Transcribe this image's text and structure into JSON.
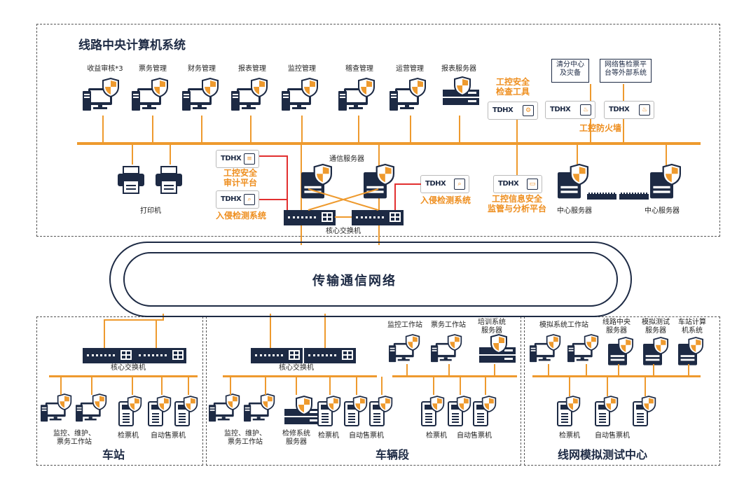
{
  "line_center": {
    "title": "线路中央计算机系统",
    "workstations": [
      "收益审核*3",
      "票务管理",
      "财务管理",
      "报表管理",
      "监控管理",
      "稽查管理",
      "运营管理",
      "报表服务器"
    ],
    "report_server": "报表服务器",
    "ics_check_tool": "工控安全\n检查工具",
    "clearing_center": "清分中心\n及灾备",
    "external": "网络售检票平\n台等外部系统",
    "firewall": "工控防火墙",
    "printer": "打印机",
    "audit": "工控安全\n审计平台",
    "ids_left": "入侵检测系统",
    "comm_server": "通信服务器",
    "ids_right": "入侵检测系统",
    "monitor_platform": "工控信息安全\n监管与分析平台",
    "center_server_1": "中心服务器",
    "center_server_2": "中心服务器",
    "core_switch": "核心交换机",
    "brand": "TDHX"
  },
  "network": {
    "label": "传输通信网络"
  },
  "station": {
    "title": "车站",
    "core_switch": "核心交换机",
    "workstation": "监控、维护、\n票务工作站",
    "gate": "检票机",
    "tvm": "自动售票机"
  },
  "depot": {
    "title": "车辆段",
    "core_switch": "核心交换机",
    "workstation": "监控、维护、\n票务工作站",
    "maint_server": "检修系统\n服务器",
    "gate": "检票机",
    "tvm": "自动售票机",
    "monitor_ws": "监控工作站",
    "ticket_ws": "票务工作站",
    "training_server": "培训系统\n服务器",
    "gate2": "检票机",
    "tvm2": "自动售票机"
  },
  "sim": {
    "title": "线网模拟测试中心",
    "sim_ws": "模拟系统工作站",
    "line_center": "线路中央\n服务器",
    "sim_server": "模拟测试\n服务器",
    "station_computer": "车站计算\n机系统",
    "gate": "检票机",
    "tvm": "自动售票机"
  },
  "colors": {
    "accent": "#ee9a2e",
    "navy": "#1d2a44",
    "red": "#e23030"
  }
}
